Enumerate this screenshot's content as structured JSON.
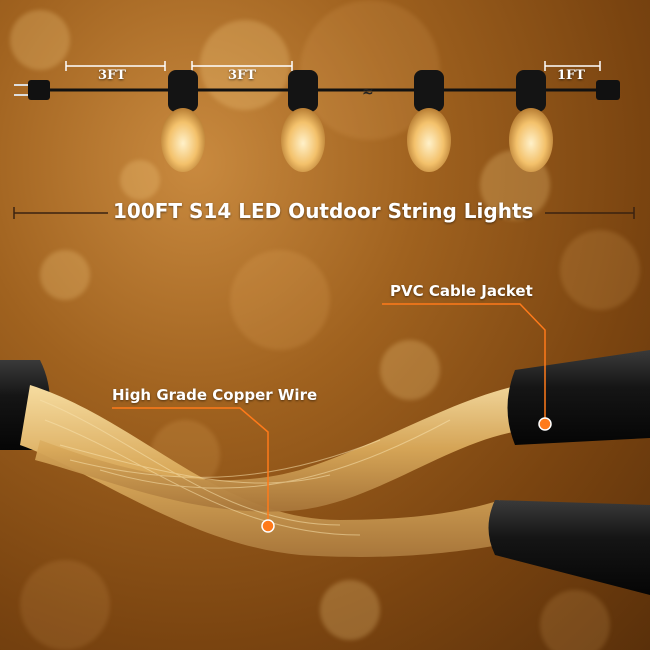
{
  "spacing_labels": {
    "first": "3FT",
    "second": "3FT",
    "end": "1FT"
  },
  "title": "100FT S14 LED Outdoor String Lights",
  "callouts": {
    "jacket": "PVC Cable Jacket",
    "copper": "High Grade Copper Wire"
  },
  "colors": {
    "accent": "#ff7a1a",
    "bulb_glow": "#ffd38a",
    "cable": "#121212",
    "copper": "#e0b76a"
  }
}
